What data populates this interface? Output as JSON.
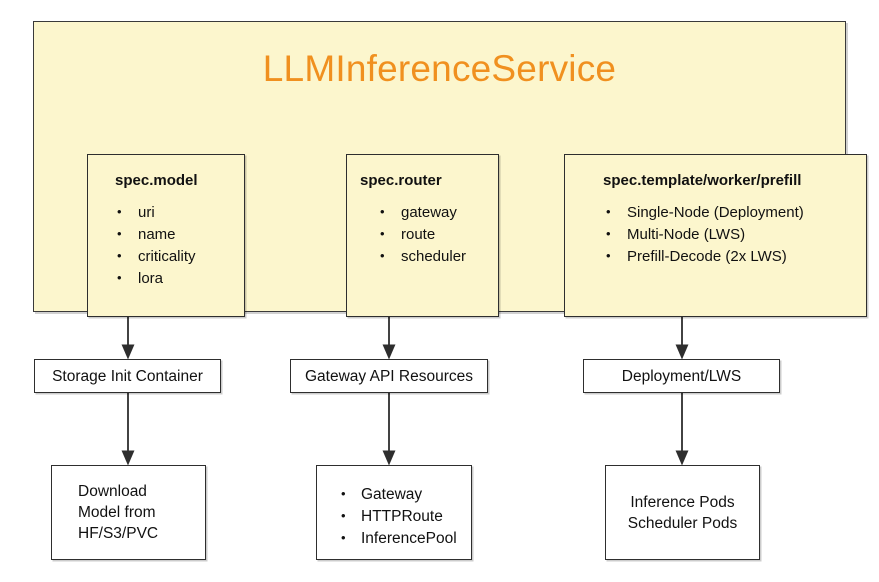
{
  "diagram": {
    "title": "LLMInferenceService",
    "title_color": "#f0901f",
    "container_fill": "#fcf6cd",
    "border_color": "#2e2e2e",
    "node_fill": "#ffffff"
  },
  "spec_boxes": [
    {
      "heading": "spec.model",
      "items": [
        "uri",
        "name",
        "criticality",
        "lora"
      ]
    },
    {
      "heading": "spec.router",
      "items": [
        "gateway",
        "route",
        "scheduler"
      ]
    },
    {
      "heading": "spec.template/worker/prefill",
      "items": [
        "Single-Node (Deployment)",
        "Multi-Node (LWS)",
        "Prefill-Decode (2x LWS)"
      ]
    }
  ],
  "middle_row": [
    {
      "label": "Storage Init Container"
    },
    {
      "label": "Gateway API Resources"
    },
    {
      "label": "Deployment/LWS"
    }
  ],
  "bottom_row": [
    {
      "label": "Download\nModel from\nHF/S3/PVC"
    },
    {
      "items": [
        "Gateway",
        "HTTPRoute",
        "InferencePool"
      ]
    },
    {
      "label": "Inference Pods\nScheduler Pods"
    }
  ]
}
